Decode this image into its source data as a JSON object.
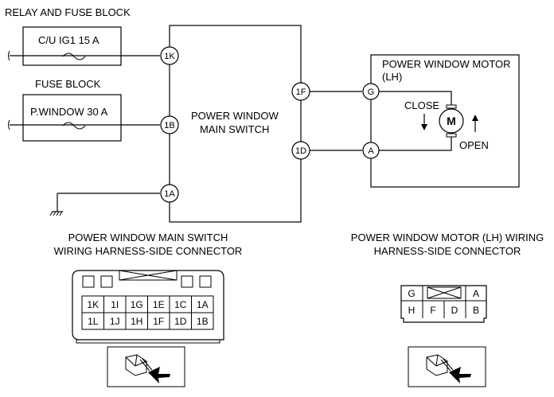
{
  "labels": {
    "relay_fuse_block": "RELAY AND FUSE BLOCK",
    "fuse_block": "FUSE BLOCK",
    "fuse_cu_ig1": "C/U IG1 15 A",
    "fuse_pwindow": "P.WINDOW 30 A",
    "main_switch_line1": "POWER WINDOW",
    "main_switch_line2": "MAIN SWITCH",
    "motor_title_line1": "POWER WINDOW MOTOR",
    "motor_title_line2": "(LH)",
    "close": "CLOSE",
    "open": "OPEN",
    "motor_symbol": "M",
    "switch_connector_line1": "POWER WINDOW MAIN SWITCH",
    "switch_connector_line2": "WIRING HARNESS-SIDE CONNECTOR",
    "motor_connector_line1": "POWER WINDOW MOTOR (LH) WIRING",
    "motor_connector_line2": "HARNESS-SIDE CONNECTOR"
  },
  "terminals": {
    "t_1K": "1K",
    "t_1B": "1B",
    "t_1A": "1A",
    "t_1F": "1F",
    "t_1D": "1D",
    "t_G": "G",
    "t_A": "A"
  },
  "switch_connector": {
    "row1": [
      "1K",
      "1I",
      "1G",
      "1E",
      "1C",
      "1A"
    ],
    "row2": [
      "1L",
      "1J",
      "1H",
      "1F",
      "1D",
      "1B"
    ]
  },
  "motor_connector": {
    "top_left": "G",
    "top_right": "A",
    "bottom": [
      "H",
      "F",
      "D",
      "B"
    ]
  }
}
